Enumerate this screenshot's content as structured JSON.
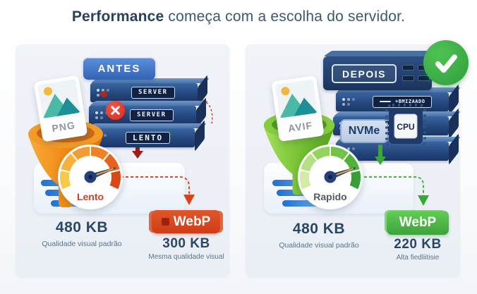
{
  "title": {
    "lead": "Performance",
    "rest": "começa com a escolha do servidor."
  },
  "before": {
    "badge_label": "ANTES",
    "file_label": "PNG",
    "server_labels": {
      "top": "SERVER",
      "middle": "SERVER",
      "bottom": "LENTO"
    },
    "gauge_label": "Lento",
    "original_size": "480 KB",
    "original_caption": "Qualidade visual padrão",
    "webp_badge": "WebP",
    "converted_size": "300 KB",
    "converted_caption": "Mesma qualidade visual"
  },
  "after": {
    "badge_label": "DEPOIS",
    "file_label": "AVIF",
    "server_label": "+BMIZAADO",
    "nvme_label": "NVMe",
    "cpu_label": "CPU",
    "gauge_label": "Rapido",
    "original_size": "480 KB",
    "original_caption": "Qualidade visual padrão",
    "webp_badge": "WebP",
    "converted_size": "220 KB",
    "converted_caption": "Alta fiedliitisie"
  },
  "colors": {
    "title_text": "#2e4d68",
    "panel_bg": "#eef1f6",
    "antes_badge_blue": "#3d74c6",
    "depois_navy": "#24436f",
    "server_blue": "#2c528c",
    "slow_red": "#d6401d",
    "fast_green": "#45ad3f",
    "webp_red": "#cf3d17",
    "webp_green": "#4cb648",
    "check_green": "#38a93f",
    "error_red": "#d92b22",
    "speed_line_blue": "#2f7fd6",
    "size_text": "#2b4766",
    "caption_text": "#5d7389"
  },
  "icons": {
    "check": "check-icon",
    "error": "x-icon",
    "pin": "location-pin-icon",
    "funnel_before": "orange-funnel-icon",
    "funnel_after": "green-funnel-icon",
    "gauge_before": "slow-speedometer-icon",
    "gauge_after": "fast-speedometer-icon",
    "image_thumb": "image-thumbnail-icon",
    "cpu_chip": "cpu-chip-icon"
  }
}
